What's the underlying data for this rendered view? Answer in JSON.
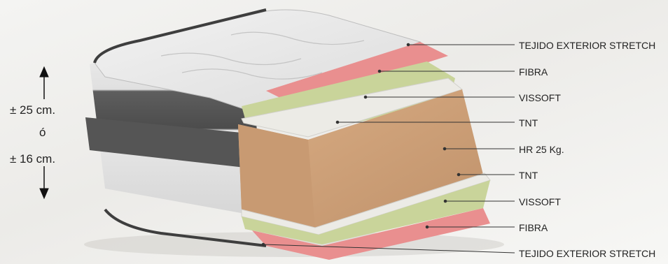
{
  "dimensions": {
    "line1": "± 25 cm.",
    "line2": "ó",
    "line3": "± 16 cm."
  },
  "layers": [
    {
      "label": "TEJIDO EXTERIOR STRETCH"
    },
    {
      "label": "FIBRA"
    },
    {
      "label": "VISSOFT"
    },
    {
      "label": "TNT"
    },
    {
      "label": "HR 25 Kg."
    },
    {
      "label": "TNT"
    },
    {
      "label": "VISSOFT"
    },
    {
      "label": "FIBRA"
    },
    {
      "label": "TEJIDO EXTERIOR STRETCH"
    }
  ],
  "colors": {
    "fibra": "#e98f8f",
    "vissoft": "#c9d49a",
    "tnt": "#ecebe6",
    "foam": "#cfa27a",
    "fabric": "#e6e6e6",
    "band_dark": "#5e5e5e"
  }
}
